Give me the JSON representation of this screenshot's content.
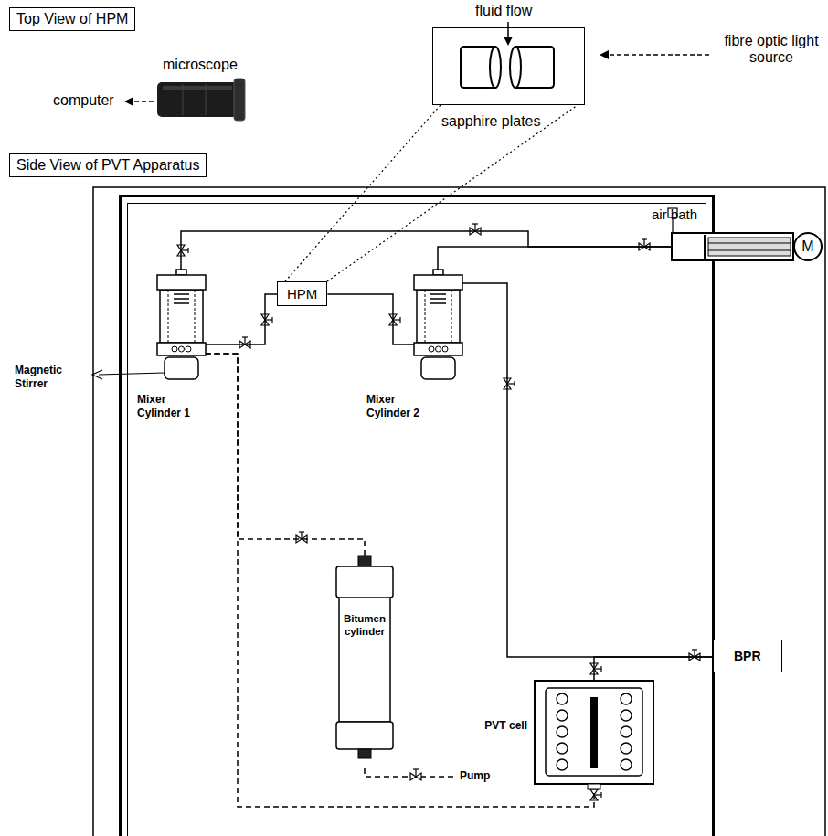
{
  "diagram": {
    "nodes": [
      {
        "text": [
          "Top View of HPM"
        ]
      },
      {
        "text": [
          "sapphire plates"
        ]
      },
      {
        "text": [
          "Side View of PVT Apparatus"
        ]
      },
      {
        "text": [
          "air bath"
        ]
      },
      {
        "text": [
          "Mixer Cylinder 1"
        ],
        "in": 3
      },
      {
        "text": [
          "HPM"
        ],
        "in": 3
      },
      {
        "text": [
          "Mixer Cylinder 2"
        ],
        "in": 3
      },
      {
        "text": [
          "Bitumen cylinder"
        ],
        "in": 3
      },
      {
        "text": [
          "PVT cell"
        ],
        "in": 3
      },
      {
        "text": [
          "M"
        ]
      },
      {
        "text": [
          "BPR"
        ]
      }
    ],
    "edges": [
      {
        "from": 4,
        "to": 5,
        "arrow": "none"
      },
      {
        "from": 5,
        "to": 6,
        "arrow": "none"
      },
      {
        "from": 4,
        "to": 9,
        "arrow": "none"
      },
      {
        "from": 6,
        "to": 9,
        "arrow": "none"
      },
      {
        "from": 6,
        "to": 10,
        "arrow": "none"
      },
      {
        "from": 8,
        "to": 10,
        "arrow": "none"
      },
      {
        "from": 7,
        "to": 4,
        "arrow": "none"
      },
      {
        "from": 8,
        "to": 4,
        "arrow": "none"
      },
      {
        "from": 5,
        "to": 1,
        "arrow": "none"
      },
      {
        "from": 5,
        "to": 1,
        "arrow": "none"
      }
    ],
    "labels": [
      "microscope",
      "computer",
      "fluid flow",
      "fibre optic light source",
      "Magnetic Stirrer",
      "Pump"
    ]
  }
}
